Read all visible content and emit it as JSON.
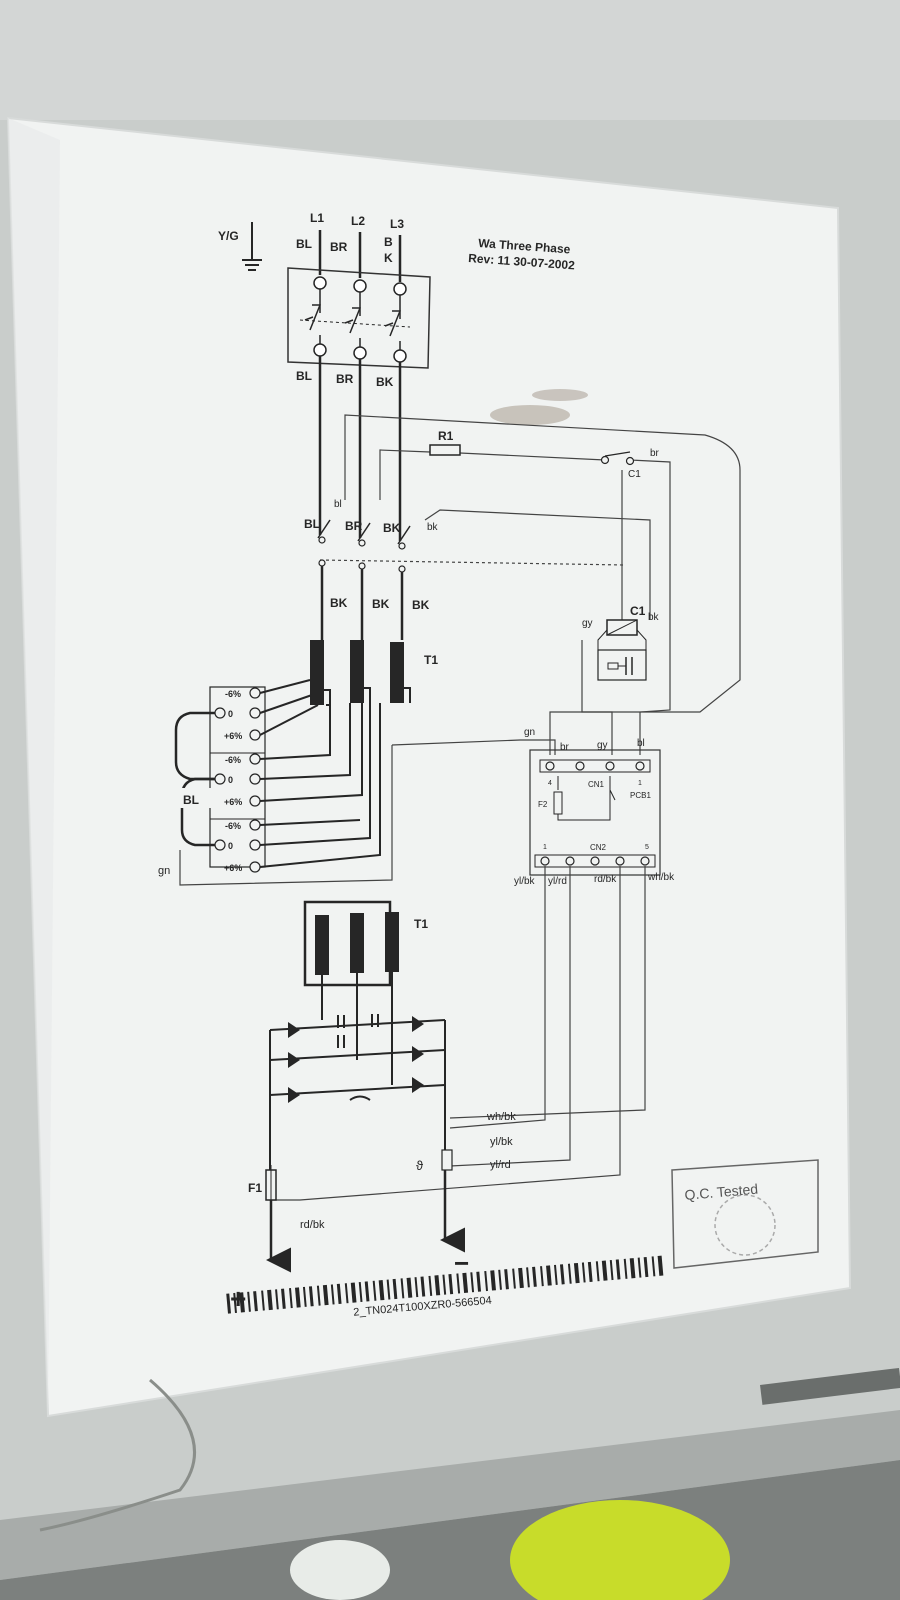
{
  "header": {
    "title": "Wa Three Phase",
    "revision": "Rev: 11 30-07-2002"
  },
  "ground": {
    "label": "Y/G"
  },
  "lines": [
    {
      "name": "L1",
      "color": "BL"
    },
    {
      "name": "L2",
      "color": "BR"
    },
    {
      "name": "L3",
      "color_line1": "B",
      "color_line2": "K"
    }
  ],
  "breaker_outputs": [
    "BL",
    "BR",
    "BK"
  ],
  "resistor": {
    "label": "R1"
  },
  "capacitor_contact": {
    "label": "C1",
    "wire": "br"
  },
  "contactor": {
    "inputs": [
      "BL",
      "BR",
      "BK"
    ],
    "aux_labels": [
      "bl",
      "bk"
    ],
    "outputs": [
      "BK",
      "BK",
      "BK"
    ]
  },
  "coil": {
    "label": "C1",
    "left_wire": "gy",
    "right_wire": "bk"
  },
  "transformer": {
    "label": "T1",
    "taps": [
      "-6%",
      "0",
      "+6%",
      "-6%",
      "0",
      "+6%",
      "-6%",
      "0",
      "+6%"
    ],
    "bridge_label": "BL",
    "ground_label": "gn"
  },
  "pcb": {
    "label": "PCB1",
    "cn1": {
      "label": "CN1",
      "pin_first": "4",
      "pin_last": "1",
      "wires": [
        "gn",
        "br",
        "gy",
        "bl"
      ]
    },
    "fuse": "F2",
    "cn2": {
      "label": "CN2",
      "pin_first": "1",
      "pin_last": "5",
      "wires": [
        "yl/bk",
        "yl/rd",
        "rd/bk",
        "wh/bk"
      ]
    }
  },
  "secondary": {
    "label": "T1"
  },
  "sensor": {
    "symbol": "ϑ",
    "wires": [
      "wh/bk",
      "yl/bk",
      "yl/rd"
    ]
  },
  "output": {
    "fuse_label": "F1",
    "fuse_wire": "rd/bk",
    "plus": "+",
    "minus": "−"
  },
  "barcode_text": "2_TN024T100XZR0-566504",
  "stamp": {
    "text": "Q.C. Tested"
  },
  "colors": {
    "wall": "#c9cdcb",
    "paper": "#f1f3f2",
    "ink": "#262626",
    "shelf": "#a8acaa",
    "yellow_object": "#c8dc2a"
  }
}
